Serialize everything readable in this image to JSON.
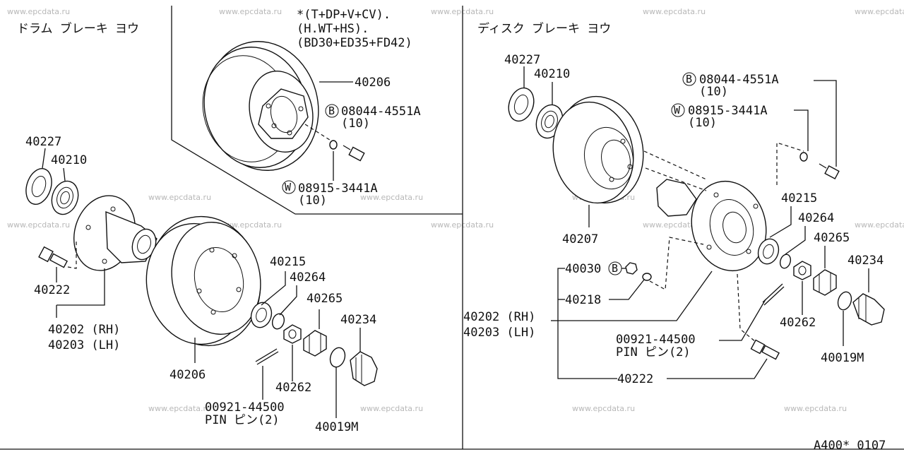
{
  "watermark": "www.epcdata.ru",
  "left_section": {
    "title": "ドラム ブレーキ ヨウ",
    "drum_inset_note": [
      "*(T+DP+V+CV).",
      "(H.WT+HS).",
      "(BD30+ED35+FD42)"
    ],
    "labels": {
      "drum_inset": "40206",
      "bolt_ref": "08044-4551A",
      "bolt_qty": "(10)",
      "washer_ref": "08915-3441A",
      "washer_qty": "(10)",
      "seal": "40227",
      "bearing_inner": "40210",
      "stud": "40222",
      "hub_rh": "40202 (RH)",
      "hub_lh": "40203 (LH)",
      "drum": "40206",
      "bearing_outer": "40215",
      "washer": "40264",
      "cap_nut": "40265",
      "grease_cap": "40234",
      "nut": "40262",
      "oring": "40019M",
      "pin_ref": "00921-44500",
      "pin_name": "PIN ピン(2)"
    }
  },
  "right_section": {
    "title": "ディスク ブレーキ ヨウ",
    "labels": {
      "seal": "40227",
      "bearing_inner": "40210",
      "bolt_ref": "08044-4551A",
      "bolt_qty": "(10)",
      "washer_ref": "08915-3441A",
      "washer_qty": "(10)",
      "rotor": "40207",
      "bearing_outer": "40215",
      "washer": "40264",
      "cap_nut": "40265",
      "grease_cap": "40234",
      "plug": "40030",
      "washer2": "40218",
      "hub_rh": "40202 (RH)",
      "hub_lh": "40203 (LH)",
      "nut": "40262",
      "pin_ref": "00921-44500",
      "pin_name": "PIN ピン(2)",
      "oring": "40019M",
      "stud": "40222"
    }
  },
  "markers": {
    "bolt": "B",
    "washer": "W"
  },
  "footer_code": "A400* 0107"
}
